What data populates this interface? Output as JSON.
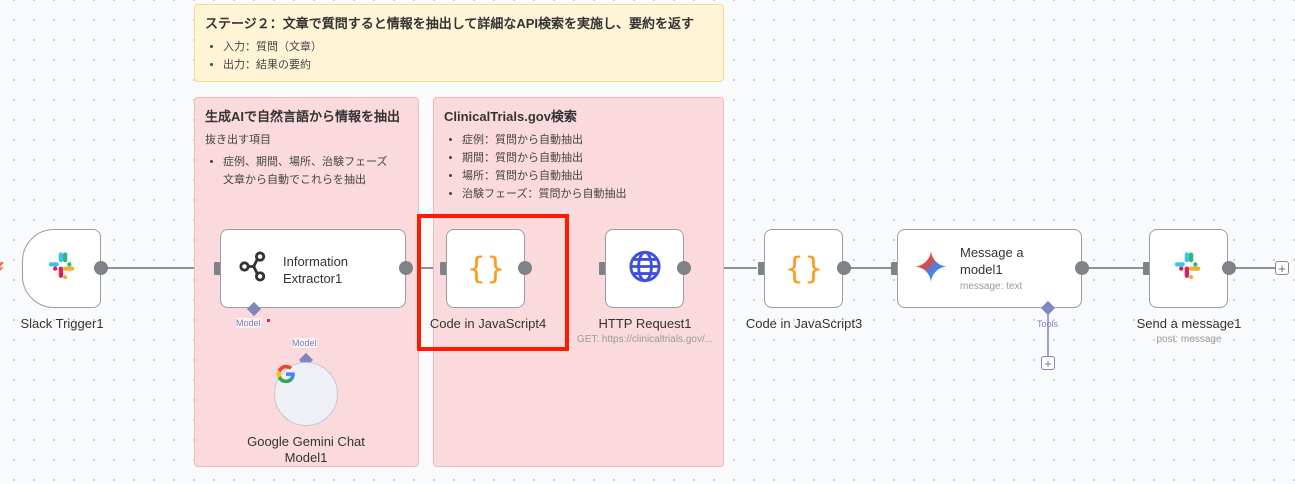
{
  "stickies": {
    "stage2": {
      "title": "ステージ２：文章で質問すると情報を抽出して詳細なAPI検索を実施し、要約を返す",
      "items": [
        "入力：質問（文章）",
        "出力：結果の要約"
      ]
    },
    "extract": {
      "title": "生成AIで自然言語から情報を抽出",
      "subtitle": "抜き出す項目",
      "items": [
        "症例、期間、場所、治験フェーズ",
        "文章から自動でこれらを抽出"
      ]
    },
    "clinical": {
      "title": "ClinicalTrials.gov検索",
      "items": [
        "症例：質問から自動抽出",
        "期間：質問から自動抽出",
        "場所：質問から自動抽出",
        "治験フェーズ：質問から自動抽出"
      ]
    }
  },
  "nodes": {
    "slack_trigger": {
      "label": "Slack Trigger1",
      "icon": "slack-icon"
    },
    "info_extractor": {
      "title_line1": "Information",
      "title_line2": "Extractor1",
      "icon": "nodes-graph-icon"
    },
    "gemini_chat": {
      "label_line1": "Google Gemini Chat",
      "label_line2": "Model1",
      "icon": "google-g-icon"
    },
    "code4": {
      "label": "Code in JavaScript4",
      "icon": "code-braces-icon"
    },
    "http": {
      "label": "HTTP Request1",
      "sublabel": "GET: https://clinicaltrials.gov/...",
      "icon": "globe-icon"
    },
    "code3": {
      "label": "Code in JavaScript3",
      "icon": "code-braces-icon"
    },
    "message_model": {
      "title_line1": "Message a",
      "title_line2": "model1",
      "sublabel": "message: text",
      "icon": "gemini-sparkle-icon"
    },
    "send_message": {
      "label": "Send a message1",
      "sublabel": "post: message",
      "icon": "slack-icon"
    }
  },
  "connections": {
    "model_label_source": "Model",
    "model_label_target": "Model",
    "tools_label": "Tools",
    "plus": "+"
  },
  "colors": {
    "highlight": "#ff1a00",
    "code_icon": "#ff9a1f",
    "globe_icon": "#3d4ee6",
    "ai_port": "#8285c0"
  }
}
